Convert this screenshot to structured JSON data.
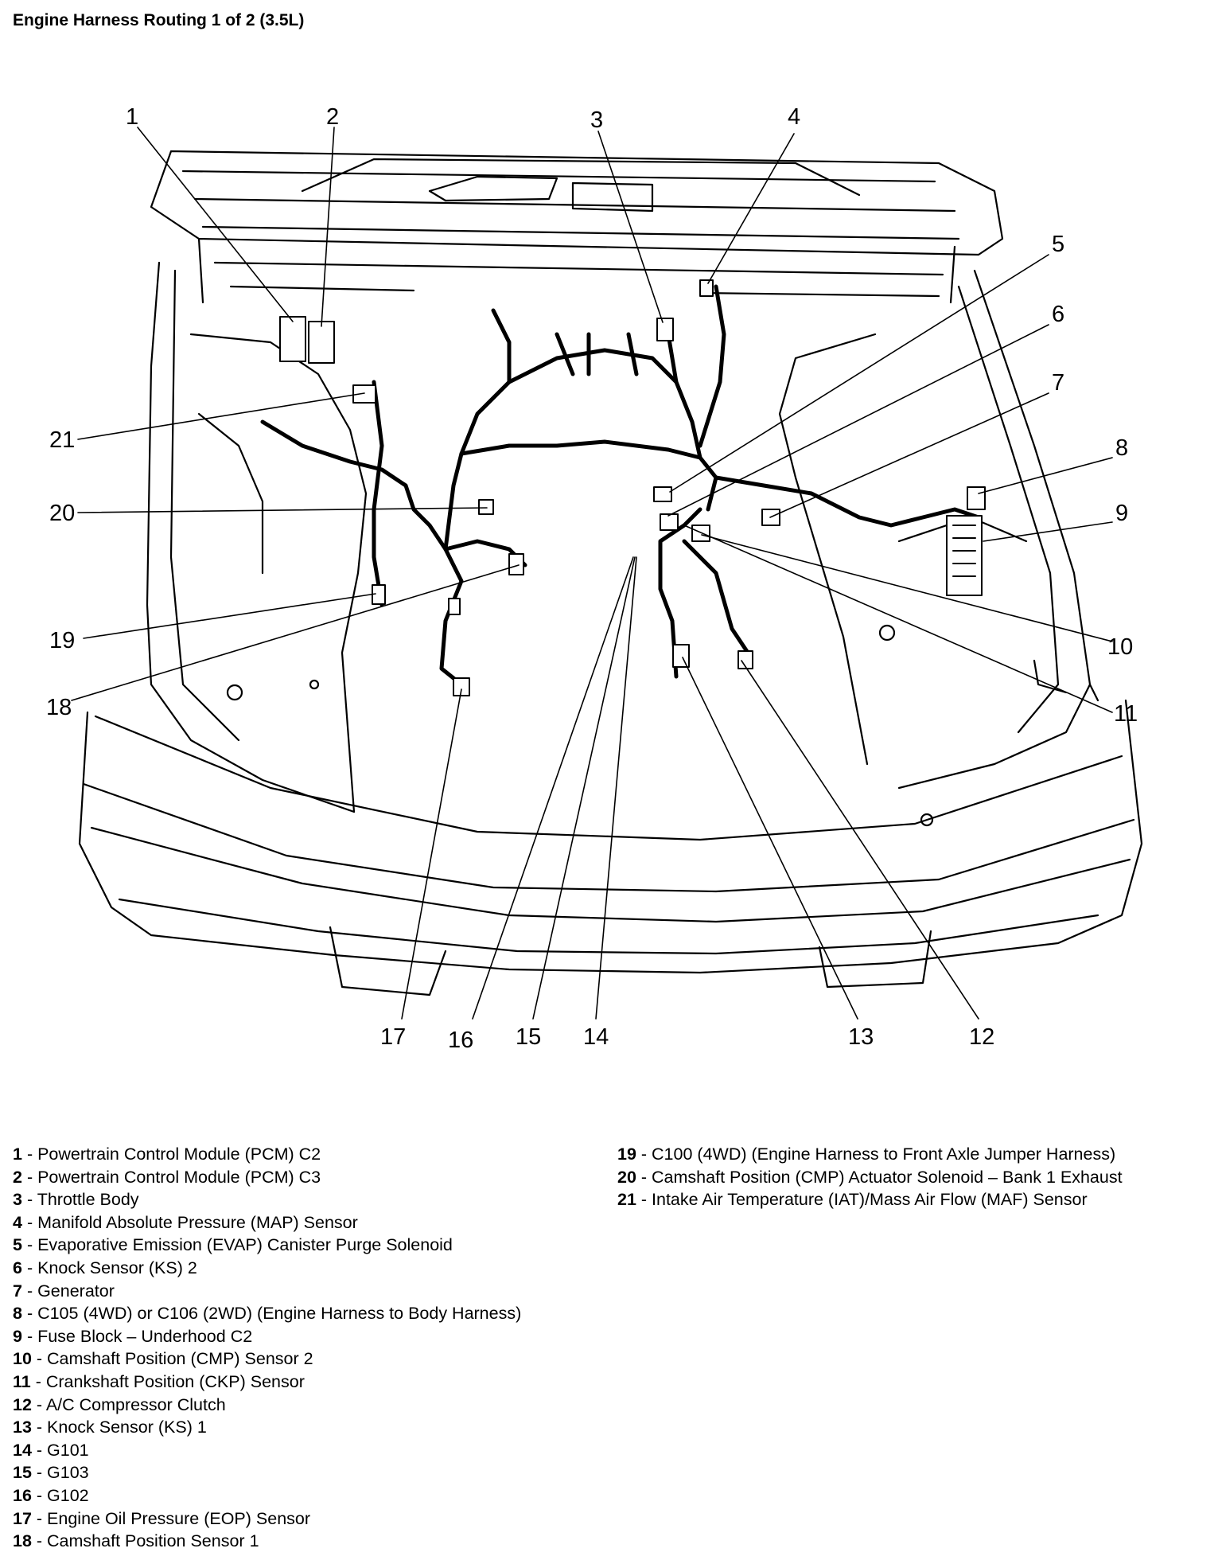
{
  "title": "Engine Harness Routing 1 of 2 (3.5L)",
  "callouts": [
    "1",
    "2",
    "3",
    "4",
    "5",
    "6",
    "7",
    "8",
    "9",
    "10",
    "11",
    "12",
    "13",
    "14",
    "15",
    "16",
    "17",
    "18",
    "19",
    "20",
    "21"
  ],
  "legend_left": [
    {
      "num": "1",
      "label": "Powertrain Control Module (PCM) C2"
    },
    {
      "num": "2",
      "label": "Powertrain Control Module (PCM) C3"
    },
    {
      "num": "3",
      "label": "Throttle Body"
    },
    {
      "num": "4",
      "label": "Manifold Absolute Pressure (MAP) Sensor"
    },
    {
      "num": "5",
      "label": "Evaporative Emission (EVAP) Canister Purge Solenoid"
    },
    {
      "num": "6",
      "label": "Knock Sensor (KS) 2"
    },
    {
      "num": "7",
      "label": "Generator"
    },
    {
      "num": "8",
      "label": "C105 (4WD) or C106 (2WD) (Engine Harness to Body Harness)"
    },
    {
      "num": "9",
      "label": "Fuse Block – Underhood C2"
    },
    {
      "num": "10",
      "label": "Camshaft Position (CMP) Sensor 2"
    },
    {
      "num": "11",
      "label": "Crankshaft Position (CKP) Sensor"
    },
    {
      "num": "12",
      "label": "A/C Compressor Clutch"
    },
    {
      "num": "13",
      "label": "Knock Sensor (KS) 1"
    },
    {
      "num": "14",
      "label": "G101"
    },
    {
      "num": "15",
      "label": "G103"
    },
    {
      "num": "16",
      "label": "G102"
    },
    {
      "num": "17",
      "label": "Engine Oil Pressure (EOP) Sensor"
    },
    {
      "num": "18",
      "label": "Camshaft Position Sensor 1"
    }
  ],
  "legend_right": [
    {
      "num": "19",
      "label": "C100 (4WD) (Engine Harness to Front Axle Jumper Harness)"
    },
    {
      "num": "20",
      "label": "Camshaft Position (CMP) Actuator Solenoid – Bank 1 Exhaust"
    },
    {
      "num": "21",
      "label": "Intake Air Temperature (IAT)/Mass Air Flow (MAF) Sensor"
    }
  ]
}
